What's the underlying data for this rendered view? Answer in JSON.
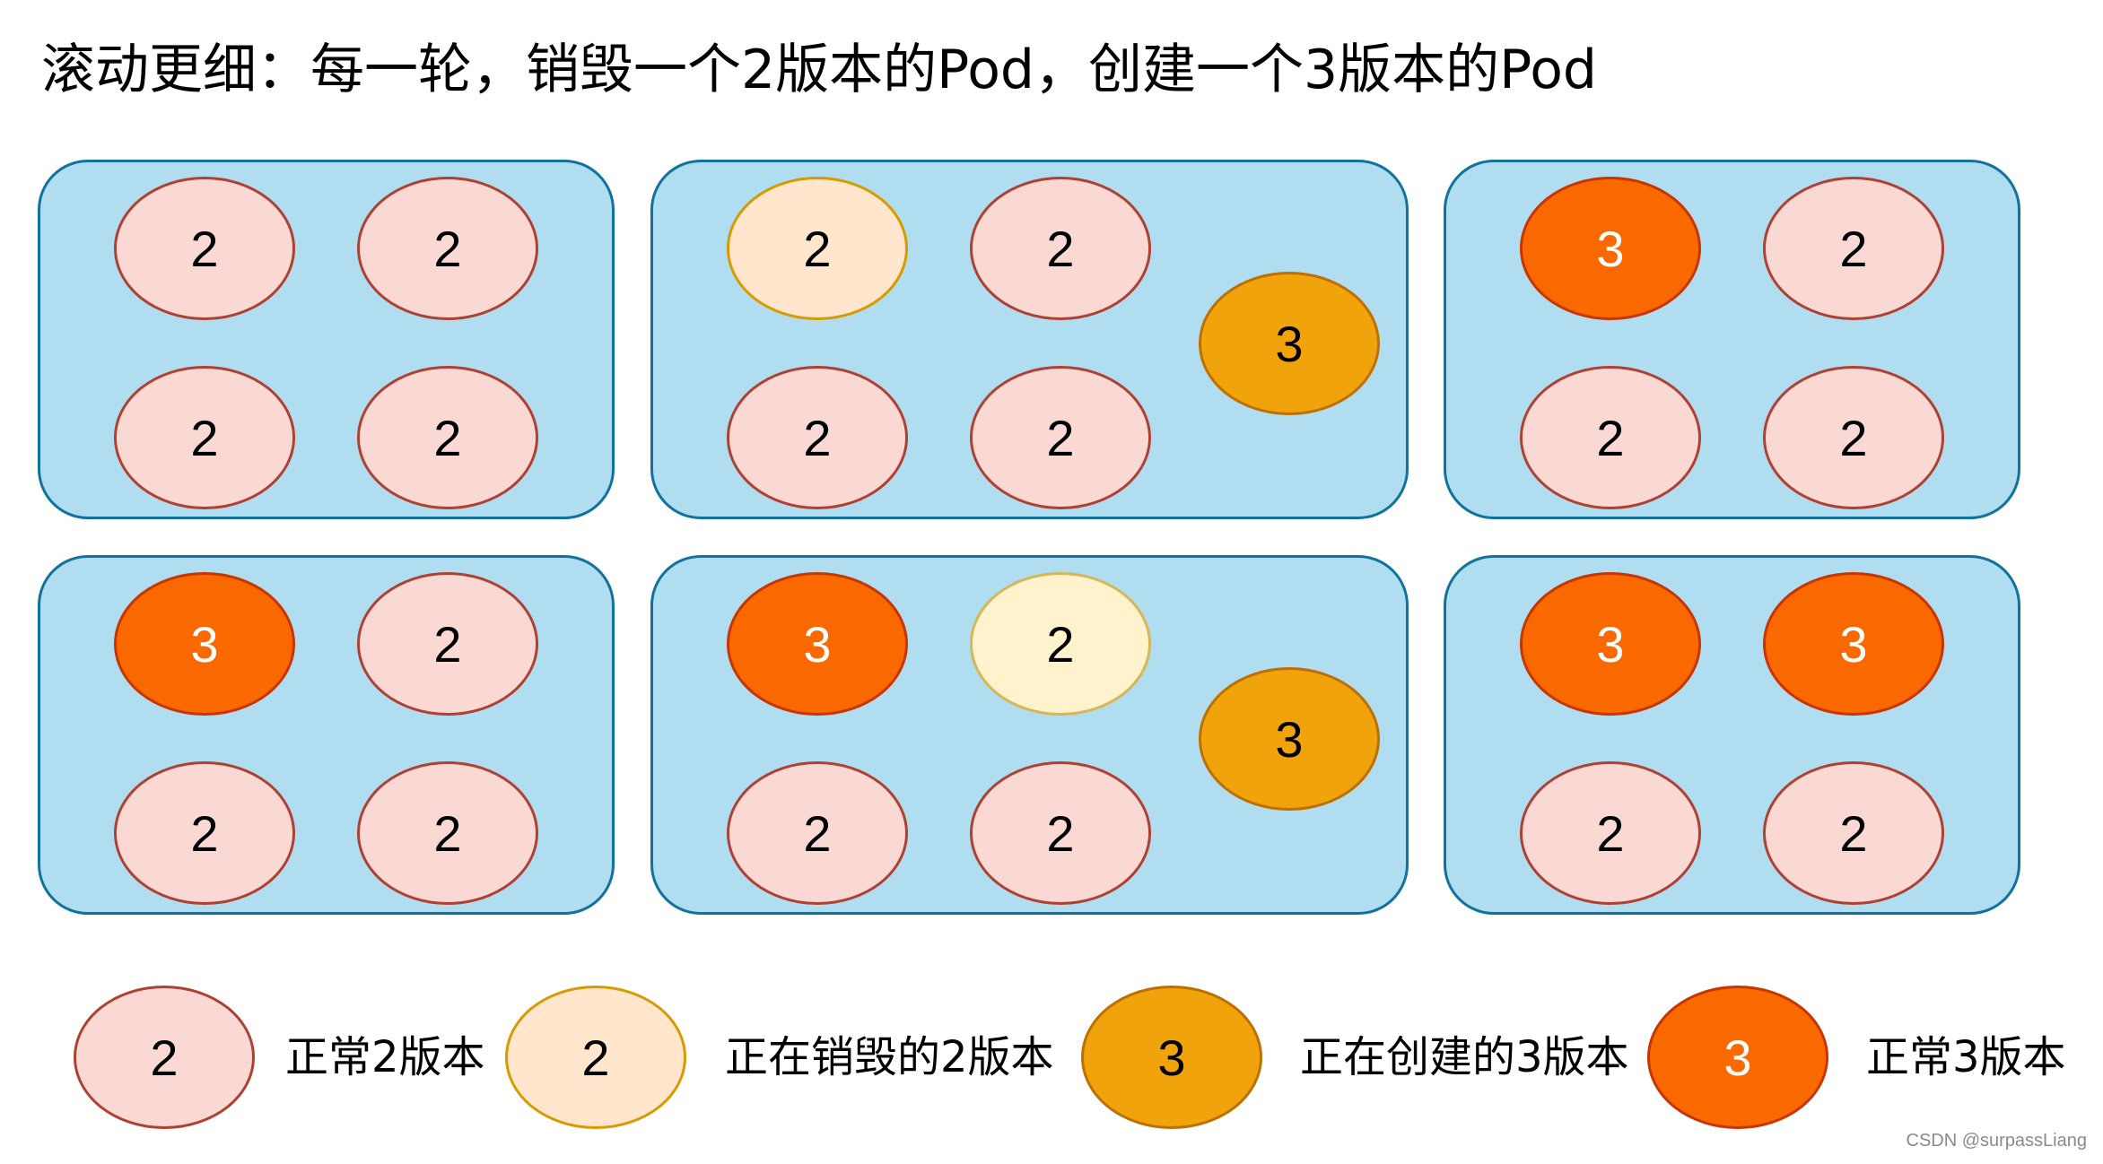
{
  "title": "滚动更细：每一轮，销毁一个2版本的Pod，创建一个3版本的Pod",
  "colors": {
    "box_fill": "#b1ddf0",
    "box_border": "#10739e",
    "normal2_fill": "#fad9d5",
    "normal2_border": "#ae4132",
    "destroying2_fill": "#ffe6cc",
    "destroying2_border": "#d79b00",
    "creating3_fill": "#f0a30a",
    "creating3_border": "#bd7000",
    "normal3_fill": "#fa6800",
    "normal3_border": "#c73500"
  },
  "stages": [
    {
      "pods": [
        "2",
        "2",
        "2",
        "2"
      ]
    },
    {
      "pods": [
        "2",
        "2",
        "2",
        "2"
      ],
      "extra": "3"
    },
    {
      "pods": [
        "3",
        "2",
        "2",
        "2"
      ]
    },
    {
      "pods": [
        "3",
        "2",
        "2",
        "2"
      ]
    },
    {
      "pods": [
        "3",
        "2",
        "2",
        "2"
      ],
      "extra": "3"
    },
    {
      "pods": [
        "3",
        "3",
        "2",
        "2"
      ]
    }
  ],
  "legend": [
    {
      "pod": "2",
      "label": "正常2版本"
    },
    {
      "pod": "2",
      "label": "正在销毁的2版本"
    },
    {
      "pod": "3",
      "label": "正在创建的3版本"
    },
    {
      "pod": "3",
      "label": "正常3版本"
    }
  ],
  "watermark": "CSDN @surpassLiang"
}
